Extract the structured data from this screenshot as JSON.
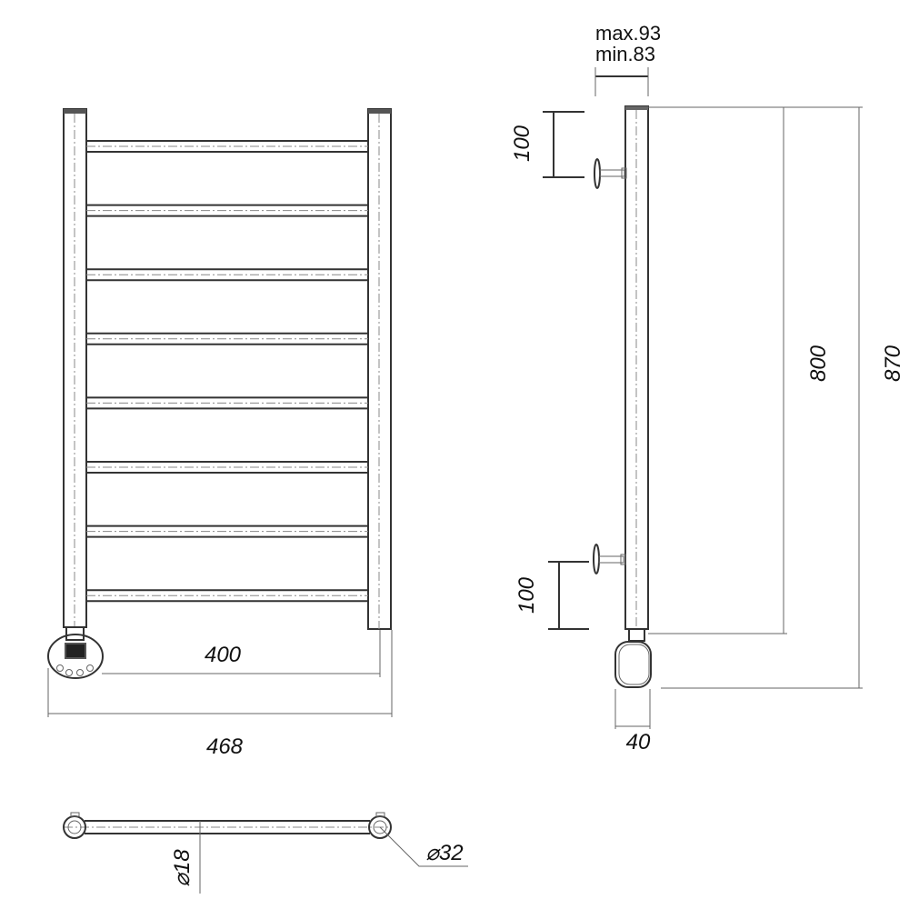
{
  "front_view": {
    "rail_count": 8,
    "dim_inner_width": "400",
    "dim_total_width": "468"
  },
  "side_view": {
    "dim_offset_max": "max.93",
    "dim_offset_min": "min.83",
    "dim_top_bracket": "100",
    "dim_bottom_bracket": "100",
    "dim_height_posts": "800",
    "dim_height_total": "870",
    "dim_heater_width": "40"
  },
  "top_view": {
    "dim_rail_diameter": "⌀18",
    "dim_post_diameter": "⌀32"
  },
  "colors": {
    "line": "#333333",
    "background": "#ffffff"
  }
}
